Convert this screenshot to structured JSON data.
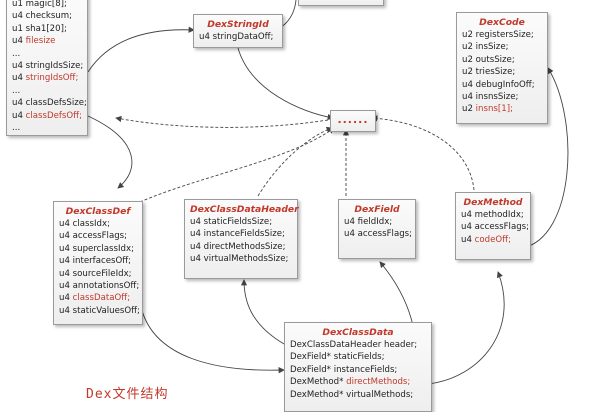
{
  "colors": {
    "accent": "#c0392b",
    "border": "#9a9a9a",
    "arrow": "#444444"
  },
  "header_box": {
    "lines": [
      {
        "t": "u1",
        "f": "magic[8];",
        "hl": false
      },
      {
        "t": "u4",
        "f": "checksum;",
        "hl": false
      },
      {
        "t": "u1",
        "f": "sha1[20];",
        "hl": false
      },
      {
        "t": "u4",
        "f": "filesize",
        "hl": true
      },
      {
        "t": "",
        "f": "...",
        "hl": false
      },
      {
        "t": "u4",
        "f": "stringIdsSize;",
        "hl": false
      },
      {
        "t": "u4",
        "f": "stringIdsOff;",
        "hl": true
      },
      {
        "t": "",
        "f": "...",
        "hl": false
      },
      {
        "t": "u4",
        "f": "classDefsSize;",
        "hl": false
      },
      {
        "t": "u4",
        "f": "classDefsOff;",
        "hl": true
      },
      {
        "t": "",
        "f": "...",
        "hl": false
      }
    ]
  },
  "string_id": {
    "title": "DexStringId",
    "lines": [
      {
        "t": "u4",
        "f": "stringDataOff;",
        "hl": false
      }
    ]
  },
  "code": {
    "title": "DexCode",
    "lines": [
      {
        "t": "u2",
        "f": "registersSize;",
        "hl": false
      },
      {
        "t": "u2",
        "f": "insSize;",
        "hl": false
      },
      {
        "t": "u2",
        "f": "outsSize;",
        "hl": false
      },
      {
        "t": "u2",
        "f": "triesSize;",
        "hl": false
      },
      {
        "t": "u4",
        "f": "debugInfoOff;",
        "hl": false
      },
      {
        "t": "u4",
        "f": "insnsSize;",
        "hl": false
      },
      {
        "t": "u2",
        "f": "insns[1];",
        "hl": true
      }
    ]
  },
  "dots_box": {
    "text": "......"
  },
  "class_def": {
    "title": "DexClassDef",
    "lines": [
      {
        "t": "u4",
        "f": "classIdx;",
        "hl": false
      },
      {
        "t": "u4",
        "f": "accessFlags;",
        "hl": false
      },
      {
        "t": "u4",
        "f": "superclassIdx;",
        "hl": false
      },
      {
        "t": "u4",
        "f": "interfacesOff;",
        "hl": false
      },
      {
        "t": "u4",
        "f": "sourceFileIdx;",
        "hl": false
      },
      {
        "t": "u4",
        "f": "annotationsOff;",
        "hl": false
      },
      {
        "t": "u4",
        "f": "classDataOff;",
        "hl": true
      },
      {
        "t": "u4",
        "f": "staticValuesOff;",
        "hl": false
      }
    ]
  },
  "class_data_header": {
    "title": "DexClassDataHeader",
    "lines": [
      {
        "t": "u4",
        "f": "staticFieldsSize;",
        "hl": false
      },
      {
        "t": "u4",
        "f": "instanceFieldsSize;",
        "hl": false
      },
      {
        "t": "u4",
        "f": "directMethodsSize;",
        "hl": false
      },
      {
        "t": "u4",
        "f": "virtualMethodsSize;",
        "hl": false
      }
    ]
  },
  "field": {
    "title": "DexField",
    "lines": [
      {
        "t": "u4",
        "f": "fieldIdx;",
        "hl": false
      },
      {
        "t": "u4",
        "f": "accessFlags;",
        "hl": false
      }
    ]
  },
  "method": {
    "title": "DexMethod",
    "lines": [
      {
        "t": "u4",
        "f": "methodIdx;",
        "hl": false
      },
      {
        "t": "u4",
        "f": "accessFlags;",
        "hl": false
      },
      {
        "t": "u4",
        "f": "codeOff;",
        "hl": true
      }
    ]
  },
  "class_data": {
    "title": "DexClassData",
    "lines": [
      {
        "t": "DexClassDataHeader",
        "f": "header;",
        "hl": false
      },
      {
        "t": "DexField*",
        "f": "staticFields;",
        "hl": false
      },
      {
        "t": "DexField*",
        "f": "instanceFields;",
        "hl": false
      },
      {
        "t": "DexMethod*",
        "f": "directMethods;",
        "hl": true
      },
      {
        "t": "DexMethod*",
        "f": "virtualMethods;",
        "hl": false
      }
    ]
  },
  "caption": "Dex文件结构"
}
